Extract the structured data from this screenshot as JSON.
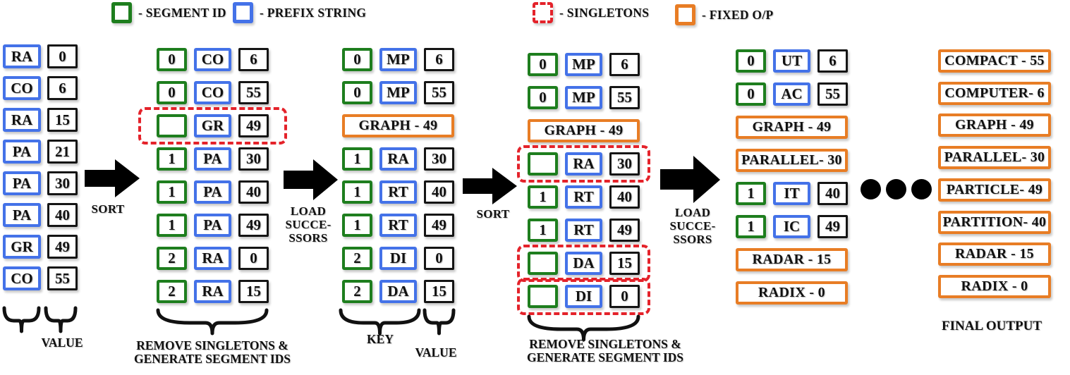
{
  "colors": {
    "green": "#1e7e1e",
    "blue": "#4472e8",
    "red": "#e4222a",
    "orange": "#e87d25",
    "black": "#151515"
  },
  "legend": {
    "items": [
      {
        "key": "segment-id",
        "label": "- SEGMENT ID"
      },
      {
        "key": "prefix-string",
        "label": "- PREFIX STRING"
      },
      {
        "key": "singletons",
        "label": "- SINGLETONS"
      },
      {
        "key": "fixed-output",
        "label": "- FIXED O/P"
      }
    ]
  },
  "arrows": [
    {
      "label": [
        "SORT"
      ]
    },
    {
      "label": [
        "LOAD",
        "SUCCE-",
        "SSORS"
      ]
    },
    {
      "label": [
        "SORT"
      ]
    },
    {
      "label": [
        "LOAD",
        "SUCCE-",
        "SSORS"
      ]
    }
  ],
  "captions": {
    "input_value": "VALUE",
    "stage2": [
      "REMOVE SINGLETONS &",
      "GENERATE SEGMENT IDS"
    ],
    "stage3_key": "KEY",
    "stage3_value": "VALUE",
    "stage4": [
      "REMOVE SINGLETONS &",
      "GENERATE SEGMENT IDS"
    ],
    "final_output": "FINAL OUTPUT"
  },
  "columns": [
    {
      "name": "input-pairs",
      "rows": [
        {
          "prefix": "RA",
          "value": "0"
        },
        {
          "prefix": "CO",
          "value": "6"
        },
        {
          "prefix": "RA",
          "value": "15"
        },
        {
          "prefix": "PA",
          "value": "21"
        },
        {
          "prefix": "PA",
          "value": "30"
        },
        {
          "prefix": "PA",
          "value": "40"
        },
        {
          "prefix": "GR",
          "value": "49"
        },
        {
          "prefix": "CO",
          "value": "55"
        }
      ]
    },
    {
      "name": "after-sort-1",
      "rows": [
        {
          "seg": "0",
          "prefix": "CO",
          "value": "6"
        },
        {
          "seg": "0",
          "prefix": "CO",
          "value": "55"
        },
        {
          "seg": "",
          "prefix": "GR",
          "value": "49",
          "singleton": true
        },
        {
          "seg": "1",
          "prefix": "PA",
          "value": "30"
        },
        {
          "seg": "1",
          "prefix": "PA",
          "value": "40"
        },
        {
          "seg": "1",
          "prefix": "PA",
          "value": "49"
        },
        {
          "seg": "2",
          "prefix": "RA",
          "value": "0"
        },
        {
          "seg": "2",
          "prefix": "RA",
          "value": "15"
        }
      ]
    },
    {
      "name": "after-load-successors-1",
      "rows": [
        {
          "seg": "0",
          "prefix": "MP",
          "value": "6"
        },
        {
          "seg": "0",
          "prefix": "MP",
          "value": "55"
        },
        {
          "fixed": "GRAPH - 49"
        },
        {
          "seg": "1",
          "prefix": "RA",
          "value": "30"
        },
        {
          "seg": "1",
          "prefix": "RT",
          "value": "40"
        },
        {
          "seg": "1",
          "prefix": "RT",
          "value": "49"
        },
        {
          "seg": "2",
          "prefix": "DI",
          "value": "0"
        },
        {
          "seg": "2",
          "prefix": "DA",
          "value": "15"
        }
      ]
    },
    {
      "name": "after-sort-2",
      "rows": [
        {
          "seg": "0",
          "prefix": "MP",
          "value": "6"
        },
        {
          "seg": "0",
          "prefix": "MP",
          "value": "55"
        },
        {
          "fixed": "GRAPH - 49"
        },
        {
          "seg": "",
          "prefix": "RA",
          "value": "30",
          "singleton": true
        },
        {
          "seg": "1",
          "prefix": "RT",
          "value": "40"
        },
        {
          "seg": "1",
          "prefix": "RT",
          "value": "49"
        },
        {
          "seg": "",
          "prefix": "DA",
          "value": "15",
          "singleton": true
        },
        {
          "seg": "",
          "prefix": "DI",
          "value": "0",
          "singleton": true
        }
      ]
    },
    {
      "name": "after-load-successors-2",
      "rows": [
        {
          "seg": "0",
          "prefix": "UT",
          "value": "6"
        },
        {
          "seg": "0",
          "prefix": "AC",
          "value": "55"
        },
        {
          "fixed": "GRAPH - 49"
        },
        {
          "fixed": "PARALLEL- 30"
        },
        {
          "seg": "1",
          "prefix": "IT",
          "value": "40"
        },
        {
          "seg": "1",
          "prefix": "IC",
          "value": "49"
        },
        {
          "fixed": "RADAR - 15"
        },
        {
          "fixed": "RADIX - 0"
        }
      ]
    },
    {
      "name": "final-output",
      "rows": [
        {
          "fixed": "COMPACT - 55"
        },
        {
          "fixed": "COMPUTER- 6"
        },
        {
          "fixed": "GRAPH - 49"
        },
        {
          "fixed": "PARALLEL- 30"
        },
        {
          "fixed": "PARTICLE- 49"
        },
        {
          "fixed": "PARTITION- 40"
        },
        {
          "fixed": "RADAR - 15"
        },
        {
          "fixed": "RADIX - 0"
        }
      ]
    }
  ]
}
